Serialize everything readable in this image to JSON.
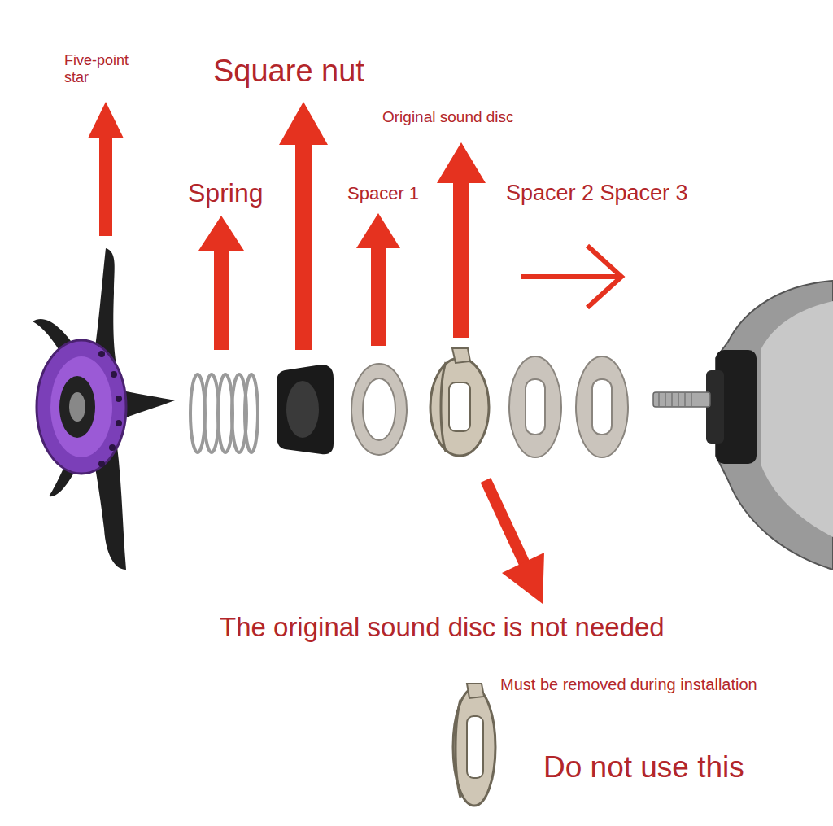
{
  "diagram": {
    "labels": [
      "Five-point star",
      "Square nut",
      "Spring",
      "Spacer 1",
      "Original sound disc",
      "Spacer 2 Spacer 3",
      "The original sound disc is not needed",
      "Must be removed during installation",
      "Do not use this"
    ]
  }
}
